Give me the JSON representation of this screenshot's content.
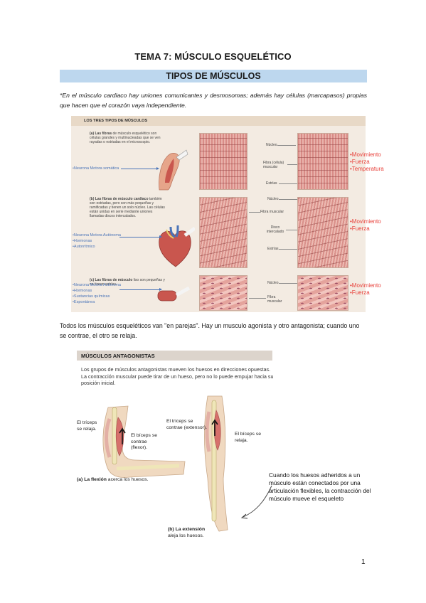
{
  "document": {
    "title": "TEMA 7: MÚSCULO ESQUELÉTICO",
    "section_heading": "TIPOS DE MÚSCULOS",
    "note": "*En el músculo cardiaco hay uniones comunicantes y desmosomas; además hay células (marcapasos) propias que hacen que el corazón vaya independiente.",
    "pairs_text": "Todos los músculos esqueléticos van \"en parejas\". Hay un musculo agonista y otro antagonista; cuando uno se contrae, el otro se relaja.",
    "page_number": "1"
  },
  "figure_types": {
    "header": "LOS TRES TIPOS DE MÚSCULOS",
    "skeletal": {
      "text_bold": "(a) Las fibras",
      "text": " de músculo esquelético son células grandes y multinucleadas que se ven rayadas o estriadas en el microscopio.",
      "neuron": "•Neurona Motora somática",
      "labels": [
        "Núcleo",
        "Fibra (célula) muscular",
        "Estrías"
      ],
      "properties": [
        "•Movimiento",
        "•Fuerza",
        "•Temperatura"
      ]
    },
    "cardiac": {
      "text_bold": "(b) Las fibras de músculo cardíaco",
      "text": " también son estriadas, pero son más pequeñas y ramificadas y tienen un solo núcleo. Las células están unidas en serie mediante uniones llamadas discos intercalados.",
      "neuron": [
        "•Neurona Motora Autónoma",
        "•Hormonas",
        "•Autorrítmico"
      ],
      "labels": [
        "Núcleo",
        "Fibra muscular",
        "Disco intercalado",
        "Estrías"
      ],
      "properties": [
        "•Movimiento",
        "•Fuerza"
      ]
    },
    "smooth": {
      "text_bold": "(c) Las fibras de músculo",
      "text": " liso son pequeñas y no tienen estrías.",
      "neuron": [
        "•Neurona Motora Autónoma",
        "•Hormonas",
        "•Sustancias químicas",
        "•Espontánea"
      ],
      "labels": [
        "Núcleo",
        "Fibra muscular"
      ],
      "properties": [
        "•Movimiento",
        "•Fuerza"
      ]
    }
  },
  "figure_antagonists": {
    "header": "MÚSCULOS ANTAGONISTAS",
    "intro": "Los grupos de músculos antagonistas mueven los huesos en direcciones opuestas. La contracción muscular puede tirar de un hueso, pero no lo puede empujar hacia su posición inicial.",
    "flexion": {
      "triceps_label": "El tríceps se relaja.",
      "biceps_label": "El bíceps se contrae (flexor).",
      "caption_bold": "(a) La flexión",
      "caption": " acerca los huesos."
    },
    "extension": {
      "triceps_label": "El tríceps se contrae (extensor).",
      "biceps_label": "El bíceps se relaja.",
      "caption_bold": "(b) La extensión",
      "caption": " aleja los huesos."
    },
    "bones_text": "Cuando los huesos adheridos a un músculo están conectados por una articulación flexibles, la contracción del músculo mueve el esqueleto"
  },
  "colors": {
    "section_bar": "#bdd7ee",
    "property_red": "#e8403a",
    "neuron_blue": "#4a74b8",
    "muscle_red": "#d6706b"
  }
}
